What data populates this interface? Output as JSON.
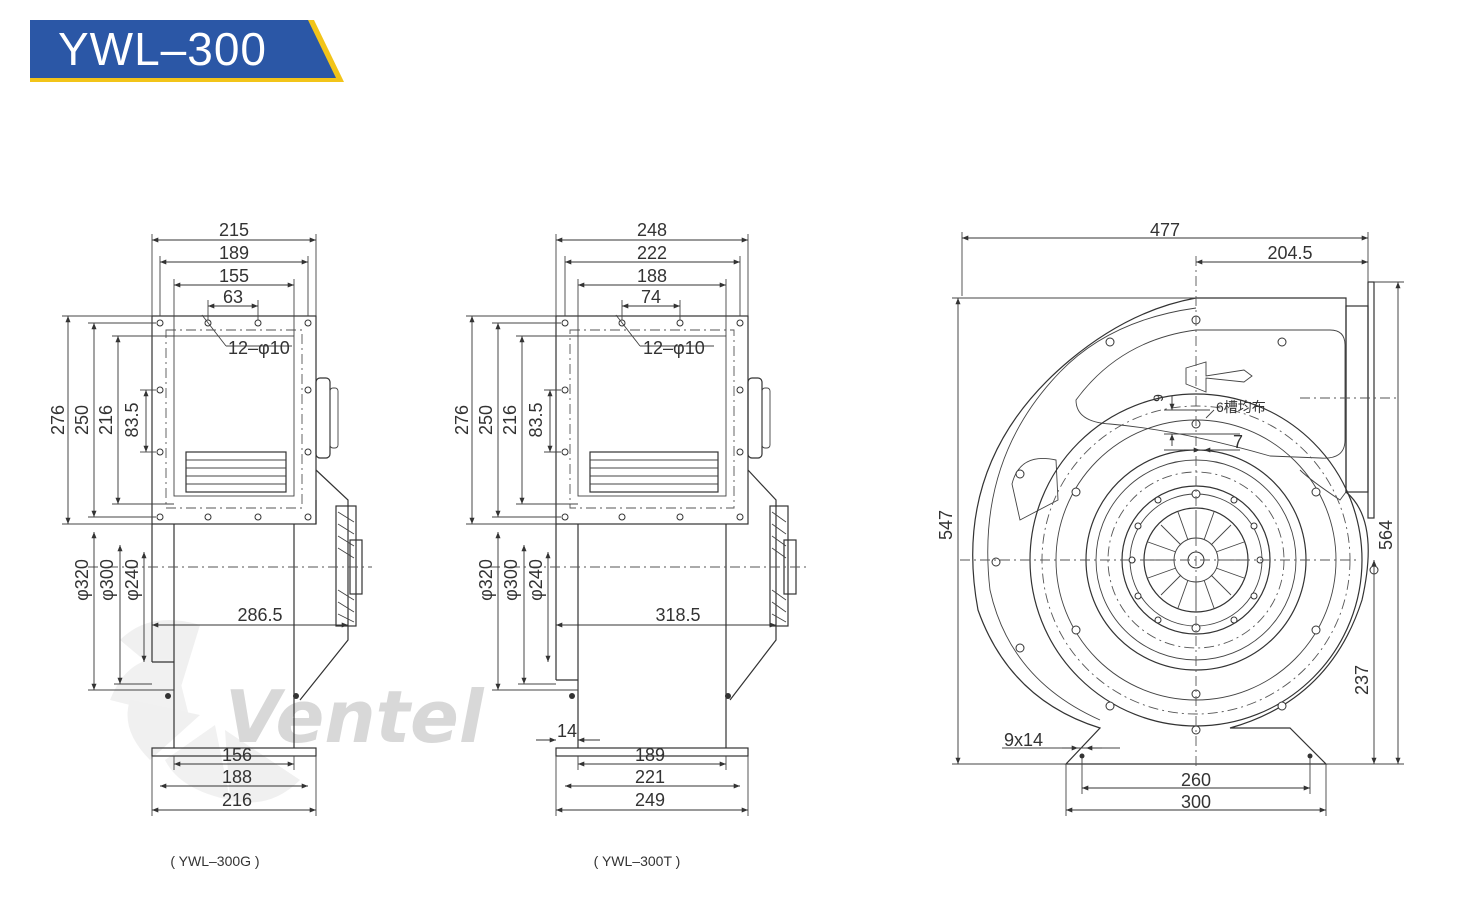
{
  "title": "YWL–300",
  "brand_color": "#2b57a6",
  "accent_color": "#f2c419",
  "watermark": "Ventel",
  "view_g": {
    "caption": "( YWL–300G )",
    "top_dims": [
      "215",
      "189",
      "155",
      "63"
    ],
    "hole_note": "12–φ10",
    "left_dims": [
      "276",
      "250",
      "216",
      "83.5"
    ],
    "dia_dims": [
      "φ320",
      "φ300",
      "φ240"
    ],
    "depth": "286.5",
    "bottom_dims": [
      "156",
      "188",
      "216"
    ]
  },
  "view_t": {
    "caption": "( YWL–300T )",
    "top_dims": [
      "248",
      "222",
      "188",
      "74"
    ],
    "hole_note": "12–φ10",
    "left_dims": [
      "276",
      "250",
      "216",
      "83.5"
    ],
    "dia_dims": [
      "φ320",
      "φ300",
      "φ240"
    ],
    "depth": "318.5",
    "foot": "14",
    "bottom_dims": [
      "189",
      "221",
      "249"
    ]
  },
  "view_side": {
    "width": "477",
    "outlet_offset": "204.5",
    "height_left": "547",
    "height_right": "564",
    "center_height": "237",
    "slot_note": "6槽均布",
    "slot_dim_a": "9",
    "slot_dim_b": "7",
    "base_slot": "9x14",
    "base_inner": "260",
    "base_outer": "300"
  }
}
